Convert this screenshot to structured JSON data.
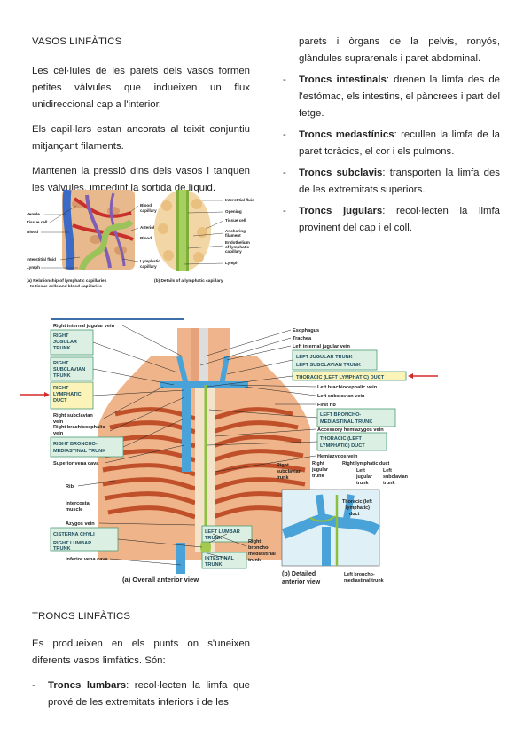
{
  "left_col": {
    "heading1": "VASOS LINFÀTICS",
    "p1": "Les cèl·lules de les parets dels vasos formen petites vàlvules que indueixen un flux unidireccional cap a l'interior.",
    "p2": "Els capil·lars estan ancorats al teixit conjuntiu mitjançant filaments.",
    "p3": "Mantenen la pressió dins dels vasos i tanquen les vàlvules, impedint la sortida de líquid.",
    "heading2": "TRONCS LINFÀTICS",
    "p4": "Es produeixen en els punts on s'uneixen diferents vasos limfàtics. Són:",
    "item_lumbars_term": "Troncs lumbars",
    "item_lumbars_text": ": recol·lecten la limfa que prové de les extremitats inferiors i de les"
  },
  "right_col": {
    "continuation": "parets i òrgans de la pelvis, ronyós, glàndules suprarenals i paret abdominal.",
    "items": [
      {
        "term": "Troncs intestinals",
        "text": ": drenen la limfa des de l'estómac, els intestins, el pàncrees i part del fetge."
      },
      {
        "term": "Troncs medastínics",
        "text": ": recullen la limfa de la paret toràcics, el cor i els pulmons."
      },
      {
        "term": "Troncs subclavis",
        "text": ": transporten la limfa des de les extremitats superiors."
      },
      {
        "term": "Troncs jugulars",
        "text": ": recol·lecten la limfa provinent del cap i el coll."
      }
    ]
  },
  "figure1": {
    "labels_a": [
      "Venule",
      "Tissue cell",
      "Blood",
      "Interstitial fluid",
      "Lymph"
    ],
    "labels_a_right": [
      "Blood capillary",
      "Arteriole",
      "Blood",
      "Lymphatic capillary"
    ],
    "labels_b": [
      "Interstitial fluid",
      "Opening",
      "Tissue cell",
      "Anchoring filament",
      "Endothelium of lymphatic capillary",
      "Lymph"
    ],
    "caption_a": "(a) Relationship of lymphatic capillaries to tissue cells and blood capillaries",
    "caption_b": "(b) Details of a lymphatic capillary"
  },
  "figure2": {
    "left_labels": [
      "Right internal jugular vein",
      "Right subclavian vein",
      "Right brachiocephalic vein",
      "Superior vena cava",
      "Rib",
      "Intercostal muscle",
      "Azygos vein",
      "Inferior vena cava"
    ],
    "left_boxes": [
      "RIGHT JUGULAR TRUNK",
      "RIGHT SUBCLAVIAN TRUNK",
      "RIGHT LYMPHATIC DUCT",
      "RIGHT BRONCHO-MEDIASTINAL TRUNK",
      "CISTERNA CHYLI",
      "RIGHT LUMBAR TRUNK"
    ],
    "right_labels": [
      "Esophagus",
      "Trachea",
      "Left internal jugular vein",
      "Left brachiocephalic vein",
      "Left subclavian vein",
      "First rib",
      "Accessory hemiazygos vein",
      "Hemiazygos vein"
    ],
    "right_boxes": [
      "LEFT JUGULAR TRUNK",
      "LEFT SUBCLAVIAN TRUNK",
      "THORACIC (LEFT LYMPHATIC) DUCT",
      "LEFT BRONCHO-MEDIASTINAL TRUNK",
      "THORACIC (LEFT LYMPHATIC) DUCT"
    ],
    "bottom_boxes": [
      "LEFT LUMBAR TRUNK",
      "INTESTINAL TRUNK"
    ],
    "right_bronchomediastinal": "Right broncho-mediastinal trunk",
    "detail_labels": [
      "Right subclavian trunk",
      "Right jugular trunk",
      "Right lymphatic duct",
      "Left jugular trunk",
      "Left subclavian trunk",
      "Thoracic (left lymphatic) duct",
      "Left broncho-mediastinal trunk"
    ],
    "caption_a": "(a) Overall anterior view",
    "caption_b": "(b) Detailed anterior view"
  },
  "colors": {
    "box_fill": "#dcefe3",
    "box_border": "#4a9a73",
    "box_highlight": "#fbf3b8",
    "arrow": "#d62a2a",
    "divider": "#3d6fa8"
  }
}
